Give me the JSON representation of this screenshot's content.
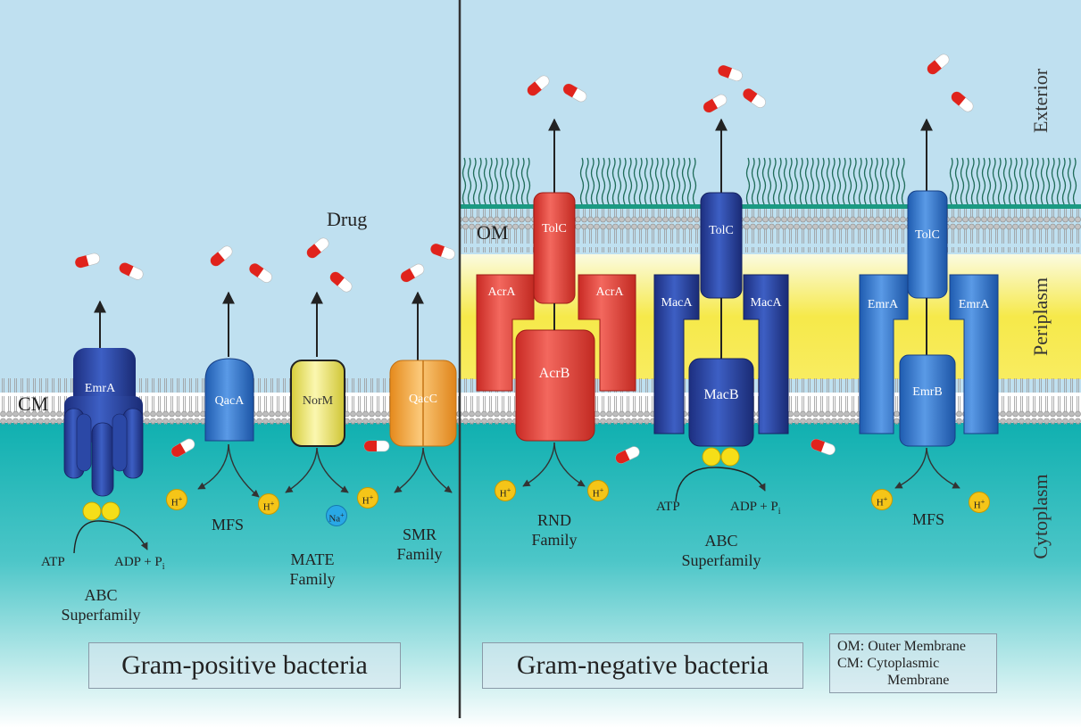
{
  "labels": {
    "drug": "Drug",
    "cm": "CM",
    "om": "OM",
    "mfs": "MFS",
    "mate_family": "MATE\nFamily",
    "smr_family": "SMR\nFamily",
    "abc_left": "ABC\nSuperfamily",
    "rnd_family": "RND\nFamily",
    "abc_right": "ABC\nSuperfamily",
    "mfs_right": "MFS",
    "atp": "ATP",
    "adp": "ADP + P",
    "adp_sub": "i"
  },
  "regions": {
    "exterior": "Exterior",
    "periplasm": "Periplasm",
    "cytoplasm": "Cytoplasm"
  },
  "proteins": {
    "emra_left": "EmrA",
    "qaca": "QacA",
    "norm": "NorM",
    "qacc": "QacC",
    "tolc_1": "TolC",
    "acra_left": "AcrA",
    "acra_right": "AcrA",
    "acrb": "AcrB",
    "tolc_2": "TolC",
    "maca_left": "MacA",
    "maca_right": "MacA",
    "macb": "MacB",
    "tolc_3": "TolC",
    "emra_r_left": "EmrA",
    "emra_r_right": "EmrA",
    "emrb": "EmrB"
  },
  "ions": {
    "h": "H",
    "h_charge": "+",
    "na": "Na",
    "na_charge": "+"
  },
  "titles": {
    "gram_positive": "Gram-positive bacteria",
    "gram_negative": "Gram-negative bacteria"
  },
  "legend": {
    "om": "OM: Outer Membrane",
    "cm_line1": "CM: Cytoplasmic",
    "cm_line2": "Membrane"
  },
  "colors": {
    "exterior": "#bfe0f0",
    "periplasm": "#f8e640",
    "cytoplasm": "#12b3b3",
    "red_protein": "#e8403a",
    "blue_protein": "#2a4aa8",
    "light_blue_protein": "#3a7ad0",
    "yellow_protein": "#f2ec7a",
    "orange_protein": "#f4a63c",
    "ion_h": "#f5c518",
    "ion_na": "#29a8e6"
  }
}
